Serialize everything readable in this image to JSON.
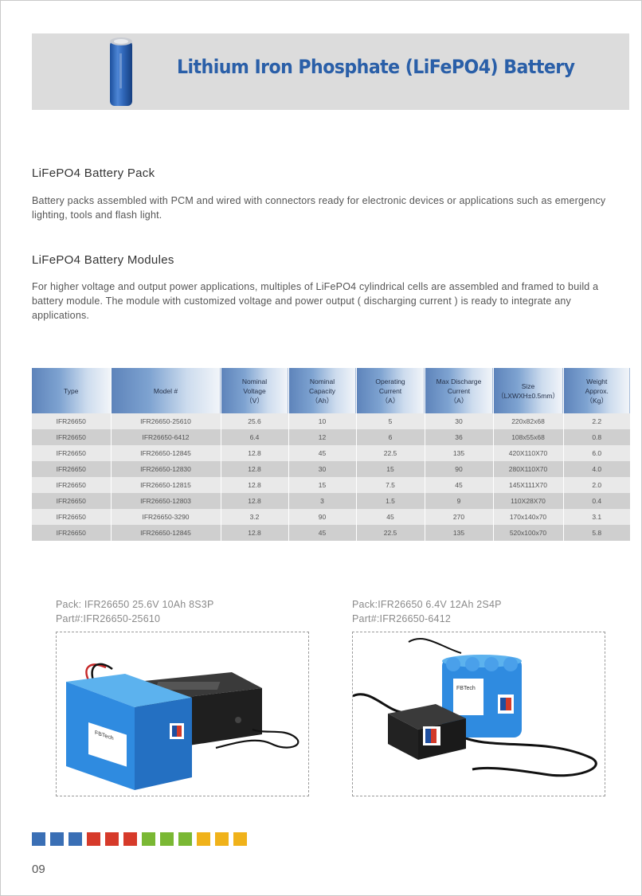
{
  "banner": {
    "title": "Lithium Iron Phosphate (LiFePO4) Battery"
  },
  "sections": [
    {
      "title": "LiFePO4 Battery Pack",
      "text": "Battery packs assembled with PCM and wired with connectors ready for electronic devices or applications such as emergency lighting, tools and flash light."
    },
    {
      "title": "LiFePO4 Battery Modules",
      "text": "For higher voltage and output power applications, multiples of LiFePO4 cylindrical cells are assembled and framed to build a battery module. The module with customized voltage and power output ( discharging current ) is ready to integrate any applications."
    }
  ],
  "table": {
    "headers": [
      [
        "Type"
      ],
      [
        "Model #"
      ],
      [
        "Nominal",
        "Voltage",
        "（V）"
      ],
      [
        "Nominal",
        "Capacity",
        "（Ah）"
      ],
      [
        "Operating",
        "Current",
        "（A）"
      ],
      [
        "Max Discharge",
        "Current",
        "（A）"
      ],
      [
        "Size",
        "（LXWXH±0.5mm）"
      ],
      [
        "Weight",
        "Approx.",
        "（Kg）"
      ]
    ],
    "rows": [
      [
        "IFR26650",
        "IFR26650-25610",
        "25.6",
        "10",
        "5",
        "30",
        "220x82x68",
        "2.2"
      ],
      [
        "IFR26650",
        "IFR26650-6412",
        "6.4",
        "12",
        "6",
        "36",
        "108x55x68",
        "0.8"
      ],
      [
        "IFR26650",
        "IFR26650-12845",
        "12.8",
        "45",
        "22.5",
        "135",
        "420X110X70",
        "6.0"
      ],
      [
        "IFR26650",
        "IFR26650-12830",
        "12.8",
        "30",
        "15",
        "90",
        "280X110X70",
        "4.0"
      ],
      [
        "IFR26650",
        "IFR26650-12815",
        "12.8",
        "15",
        "7.5",
        "45",
        "145X111X70",
        "2.0"
      ],
      [
        "IFR26650",
        "IFR26650-12803",
        "12.8",
        "3",
        "1.5",
        "9",
        "110X28X70",
        "0.4"
      ],
      [
        "IFR26650",
        "IFR26650-3290",
        "3.2",
        "90",
        "45",
        "270",
        "170x140x70",
        "3.1"
      ],
      [
        "IFR26650",
        "IFR26650-12845",
        "12.8",
        "45",
        "22.5",
        "135",
        "520x100x70",
        "5.8"
      ]
    ]
  },
  "packs": [
    {
      "line1": "Pack: IFR26650 25.6V 10Ah 8S3P",
      "line2": "Part#:IFR26650-25610",
      "label_brand": "FBTech"
    },
    {
      "line1": "Pack:IFR26650 6.4V 12Ah 2S4P",
      "line2": "Part#:IFR26650-6412",
      "label_brand": "FBTech"
    }
  ],
  "color_strip": [
    "#3a6fb5",
    "#3a6fb5",
    "#3a6fb5",
    "#d63a2a",
    "#d63a2a",
    "#d63a2a",
    "#7ab834",
    "#7ab834",
    "#7ab834",
    "#f0b21a",
    "#f0b21a",
    "#f0b21a"
  ],
  "page_number": "09",
  "colors": {
    "title_blue": "#2a5fa8",
    "battery_blue": "#3d8fd8",
    "banner_gray": "#dcdcdc"
  }
}
